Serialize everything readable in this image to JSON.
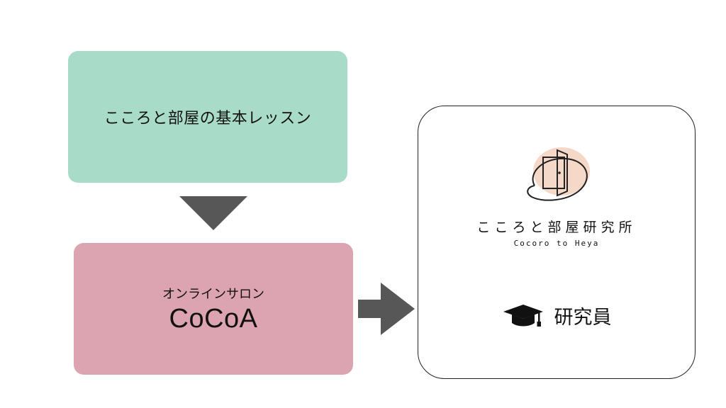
{
  "lesson_box": {
    "label": "こころと部屋の基本レッスン",
    "color": "#a8dcc9"
  },
  "salon_box": {
    "subtitle": "オンラインサロン",
    "title": "CoCoA",
    "color": "#dca3b0"
  },
  "lab_box": {
    "name": "こころと部屋研究所",
    "romaji": "Cocoro to Heya",
    "member_label": "研究員",
    "logo_accent_color": "#f5d8c8"
  },
  "arrow_color": "#575757"
}
